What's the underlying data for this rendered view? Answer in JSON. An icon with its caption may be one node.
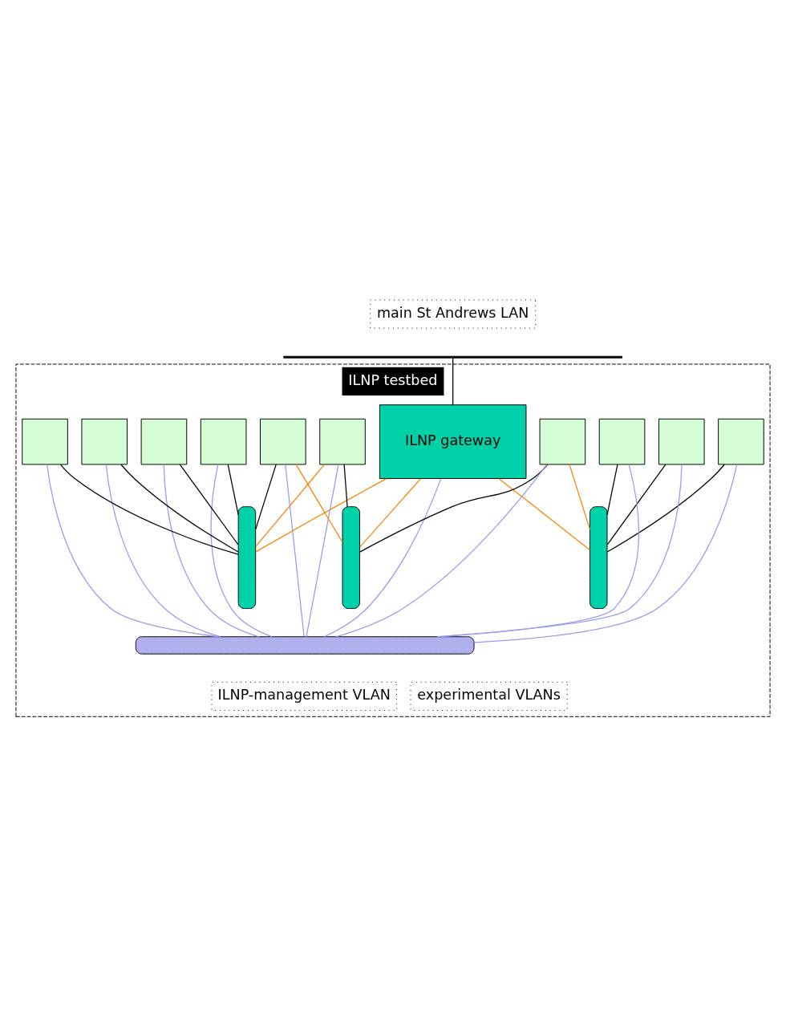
{
  "diagram": {
    "nodes": [
      {
        "text": [
          "main St Andrews LAN"
        ]
      },
      {
        "text": [],
        "shape": "bar"
      },
      {
        "text": [
          "ILNP testbed"
        ]
      },
      {
        "text": [
          "ILNP gateway"
        ],
        "in": 2
      },
      {
        "text": [],
        "shape": "box",
        "in": 2
      },
      {
        "text": [],
        "shape": "box",
        "in": 2
      },
      {
        "text": [],
        "shape": "box",
        "in": 2
      },
      {
        "text": [],
        "shape": "bar",
        "in": 2
      },
      {
        "text": [],
        "shape": "box",
        "in": 2
      },
      {
        "text": [],
        "shape": "bar",
        "in": 2
      },
      {
        "text": [],
        "shape": "box",
        "in": 2
      },
      {
        "text": [
          "experimental VLANs"
        ],
        "in": 2
      },
      {
        "text": [],
        "shape": "bar",
        "in": 2
      },
      {
        "text": [],
        "shape": "box",
        "in": 2
      },
      {
        "text": [],
        "shape": "box",
        "in": 2
      },
      {
        "text": [],
        "shape": "box",
        "in": 2
      },
      {
        "text": [],
        "shape": "box",
        "in": 2
      },
      {
        "text": [],
        "shape": "box",
        "in": 2
      },
      {
        "text": [],
        "shape": "bar",
        "in": 2
      },
      {
        "text": [
          "ILNP-management VLAN"
        ],
        "in": 2
      }
    ],
    "edges": [
      {
        "from": 1,
        "to": 3,
        "arrow": "none",
        "color": "#000000"
      },
      {
        "from": 3,
        "to": 7,
        "arrow": "none",
        "color": "#ff8000"
      },
      {
        "from": 3,
        "to": 9,
        "arrow": "none",
        "color": "#ff8000"
      },
      {
        "from": 3,
        "to": 12,
        "arrow": "none",
        "color": "#ff8000"
      },
      {
        "from": 4,
        "to": 7,
        "arrow": "none",
        "color": "#000000"
      },
      {
        "from": 5,
        "to": 7,
        "arrow": "none",
        "color": "#000000"
      },
      {
        "from": 6,
        "to": 7,
        "arrow": "none",
        "color": "#000000"
      },
      {
        "from": 8,
        "to": 7,
        "arrow": "none",
        "color": "#ff8000"
      },
      {
        "from": 8,
        "to": 9,
        "arrow": "none",
        "color": "#000000"
      },
      {
        "from": 10,
        "to": 9,
        "arrow": "none",
        "color": "#000000"
      },
      {
        "from": 10,
        "to": 12,
        "arrow": "none",
        "color": "#ff8000"
      },
      {
        "from": 13,
        "to": 9,
        "arrow": "none",
        "color": "#ff8000"
      },
      {
        "from": 13,
        "to": 12,
        "arrow": "none",
        "color": "#000000"
      },
      {
        "from": 14,
        "to": 12,
        "arrow": "none",
        "color": "#000000"
      },
      {
        "from": 15,
        "to": 12,
        "arrow": "none",
        "color": "#000000"
      },
      {
        "from": 16,
        "to": 12,
        "arrow": "none",
        "color": "#000000"
      },
      {
        "from": 17,
        "to": 12,
        "arrow": "none",
        "color": "#000000"
      },
      {
        "from": 3,
        "to": 18,
        "arrow": "none",
        "color": "#9999ee"
      },
      {
        "from": 4,
        "to": 18,
        "arrow": "none",
        "color": "#9999ee"
      },
      {
        "from": 5,
        "to": 18,
        "arrow": "none",
        "color": "#9999ee"
      },
      {
        "from": 6,
        "to": 18,
        "arrow": "none",
        "color": "#9999ee"
      },
      {
        "from": 8,
        "to": 18,
        "arrow": "none",
        "color": "#9999ee"
      },
      {
        "from": 10,
        "to": 18,
        "arrow": "none",
        "color": "#9999ee"
      },
      {
        "from": 13,
        "to": 18,
        "arrow": "none",
        "color": "#9999ee"
      },
      {
        "from": 14,
        "to": 18,
        "arrow": "none",
        "color": "#9999ee"
      },
      {
        "from": 15,
        "to": 18,
        "arrow": "none",
        "color": "#9999ee"
      },
      {
        "from": 16,
        "to": 18,
        "arrow": "none",
        "color": "#9999ee"
      },
      {
        "from": 17,
        "to": 18,
        "arrow": "none",
        "color": "#9999ee"
      }
    ]
  }
}
